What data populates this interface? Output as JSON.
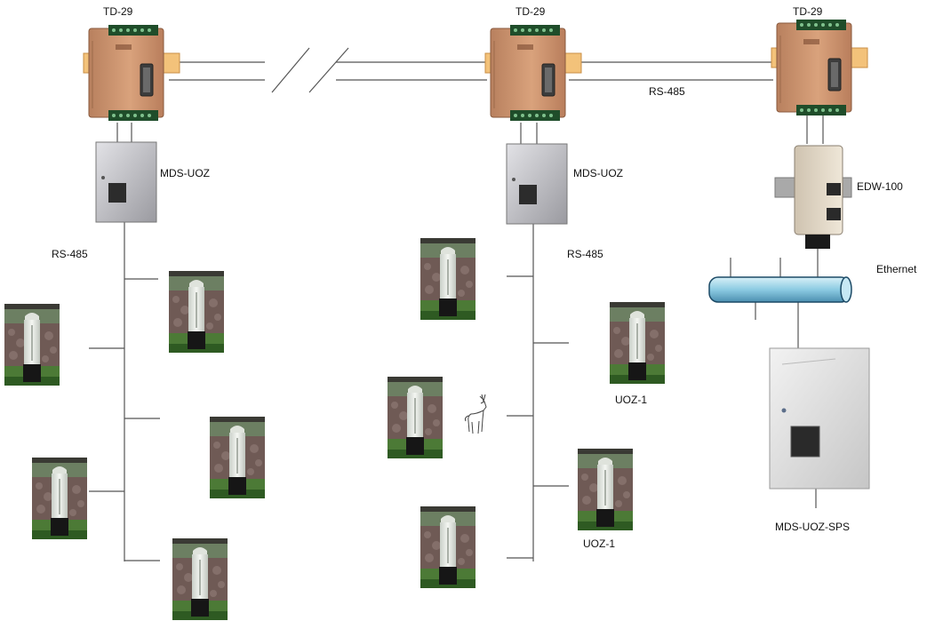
{
  "labels": {
    "td29_left": "TD-29",
    "td29_middle": "TD-29",
    "td29_right": "TD-29",
    "rs485_top": "RS-485",
    "rs485_left": "RS-485",
    "rs485_middle": "RS-485",
    "mds_uoz_left": "MDS-UOZ",
    "mds_uoz_middle": "MDS-UOZ",
    "edw100": "EDW-100",
    "ethernet": "Ethernet",
    "uoz1_upper": "UOZ-1",
    "uoz1_lower": "UOZ-1",
    "mds_uoz_sps": "MDS-UOZ-SPS"
  },
  "colors": {
    "td29_body": "#d29a74",
    "td29_terminals": "#1f4d2a",
    "din_rail": "#f0b060",
    "mds_box": "#c8c8cc",
    "ethernet_bus": "#a8d8ea",
    "line": "#555555",
    "post_white": "#e6eae4",
    "post_black": "#161616",
    "ground_green": "#5a8c3a",
    "background_rock": "#6f5a55"
  },
  "icons": {
    "deer": "deer-icon"
  }
}
